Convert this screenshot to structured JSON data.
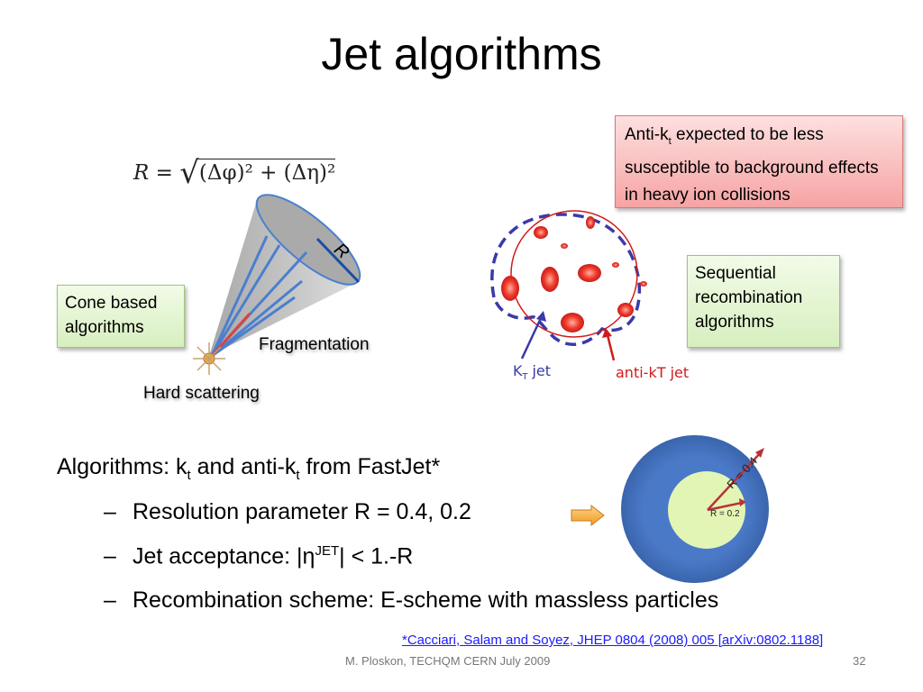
{
  "title": "Jet algorithms",
  "formula": {
    "lhs": "R",
    "eq": "=",
    "radicand": "(Δφ)² + (Δη)²"
  },
  "cone_diagram": {
    "r_label": "R",
    "cone_box_line1": "Cone based",
    "cone_box_line2": "algorithms",
    "fragmentation": "Fragmentation",
    "hard_scattering": "Hard scattering"
  },
  "anti_kt_box": {
    "prefix": "Anti-k",
    "sub": "t",
    "rest": " expected to be less susceptible to background effects in heavy ion collisions"
  },
  "sequential_box": {
    "line1": "Sequential",
    "line2": "recombination",
    "line3": "algorithms"
  },
  "kt_label": {
    "main": "K",
    "sub": "T",
    "rest": " jet"
  },
  "anti_kt_label": "anti-kT jet",
  "bullets": {
    "main_a": "Algorithms: k",
    "main_sub1": "t",
    "main_b": " and anti-k",
    "main_sub2": "t",
    "main_c": " from FastJet*",
    "sub1": "Resolution parameter R = 0.4, 0.2",
    "sub2_a": "Jet acceptance: |η",
    "sub2_sup": "JET",
    "sub2_b": "| < 1.-R",
    "sub3": "Recombination scheme: E-scheme with massless particles",
    "dash": "–"
  },
  "radius_diagram": {
    "outer_label": "R = 0.4",
    "inner_label": "R = 0.2"
  },
  "citation": "*Cacciari, Salam and Soyez, JHEP 0804 (2008) 005 [arXiv:0802.1188]",
  "footer": "M. Ploskon, TECHQM CERN July 2009",
  "page_number": "32",
  "colors": {
    "outer_disk": "#4a79c7",
    "inner_disk": "#e3f5b5",
    "kt_jet": "#3a3aa8",
    "anti_kt_jet": "#d21a1a"
  }
}
